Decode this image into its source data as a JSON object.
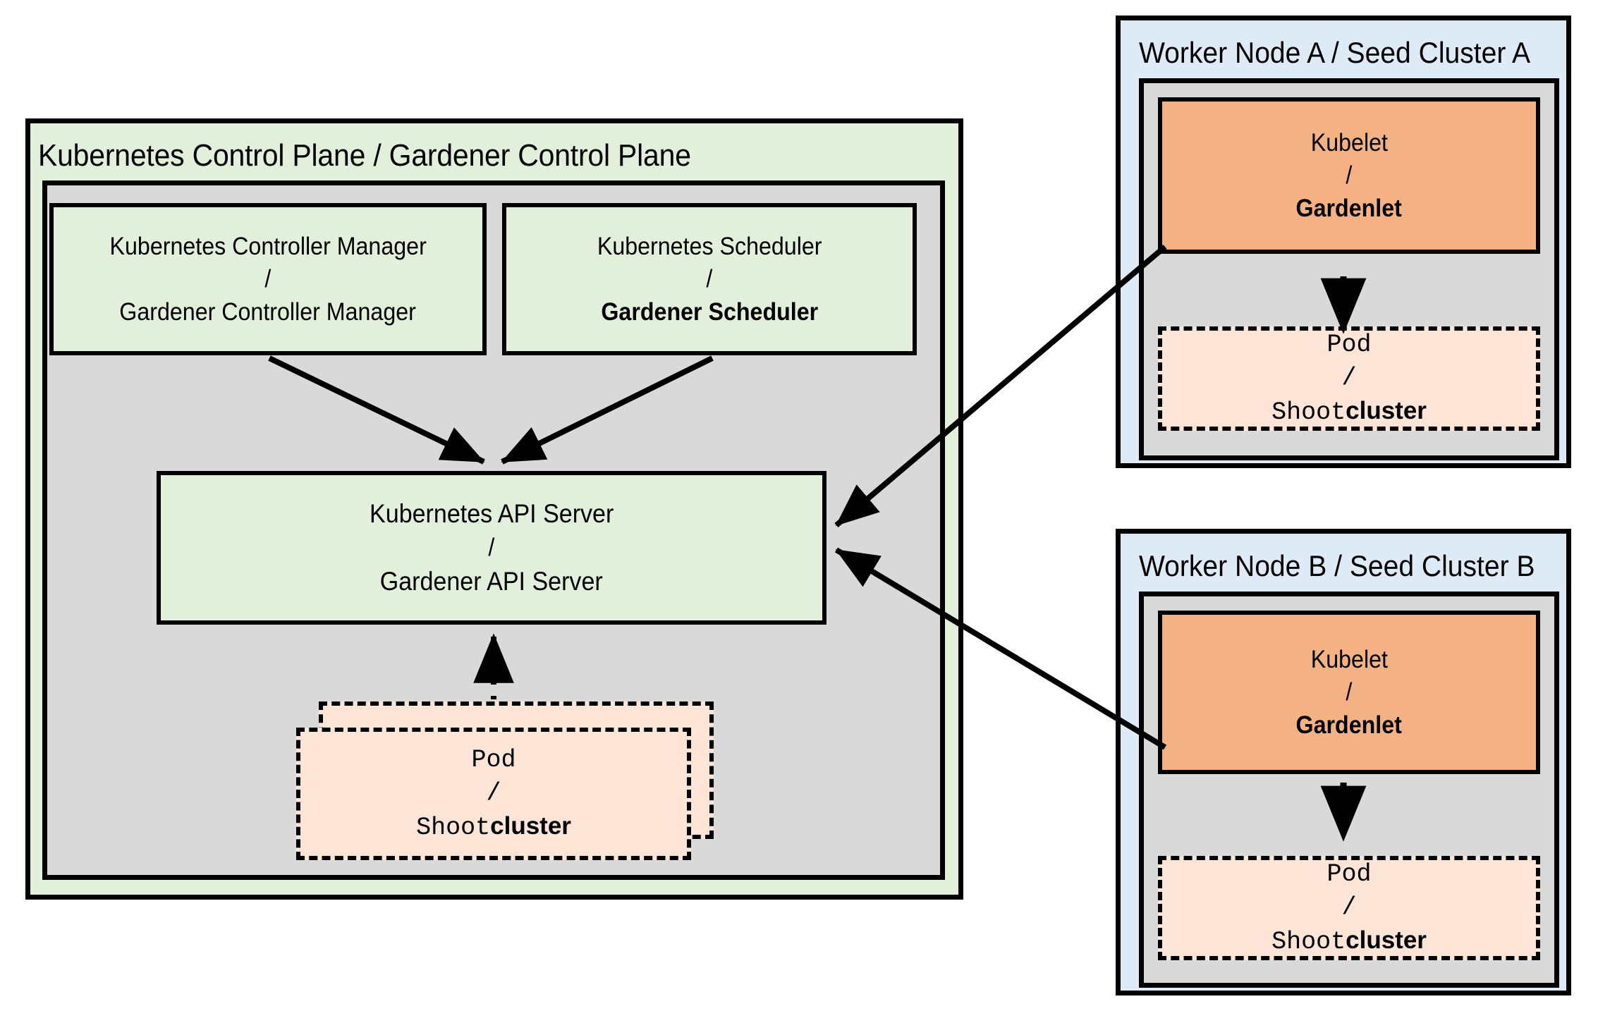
{
  "diagram": {
    "control_plane": {
      "title": "Kubernetes Control Plane / Gardener Control Plane",
      "bg_color": "#e2efda",
      "inner_color": "#d9d9d9",
      "controller_manager": {
        "line1": "Kubernetes Controller Manager",
        "sep": "/",
        "line2": "Gardener Controller Manager",
        "line2_bold": false
      },
      "scheduler": {
        "line1": "Kubernetes Scheduler",
        "sep": "/",
        "line2": "Gardener Scheduler",
        "line2_bold": true
      },
      "api_server": {
        "line1": "Kubernetes API Server",
        "sep": "/",
        "line2": "Gardener API Server",
        "line2_bold": false
      },
      "pod": {
        "line1": "Pod",
        "sep": "/",
        "line2_mono": "Shoot",
        "line2_bold": "cluster"
      }
    },
    "worker_node_a": {
      "title": "Worker Node A / Seed Cluster A",
      "bg_color": "#deebf7",
      "inner_color": "#d9d9d9",
      "kubelet": {
        "line1": "Kubelet",
        "sep": "/",
        "line2": "Gardenlet",
        "line2_bold": true,
        "color": "#f4b183"
      },
      "pod": {
        "line1": "Pod",
        "sep": "/",
        "line2_mono": "Shoot",
        "line2_bold": "cluster",
        "color": "#fce4d6"
      }
    },
    "worker_node_b": {
      "title": "Worker Node B / Seed Cluster B",
      "bg_color": "#deebf7",
      "inner_color": "#d9d9d9",
      "kubelet": {
        "line1": "Kubelet",
        "sep": "/",
        "line2": "Gardenlet",
        "line2_bold": true,
        "color": "#f4b183"
      },
      "pod": {
        "line1": "Pod",
        "sep": "/",
        "line2_mono": "Shoot",
        "line2_bold": "cluster",
        "color": "#fce4d6"
      }
    },
    "connections": [
      {
        "from": "controller-manager",
        "to": "api-server",
        "style": "solid-arrow"
      },
      {
        "from": "scheduler",
        "to": "api-server",
        "style": "solid-arrow"
      },
      {
        "from": "control-plane-pod",
        "to": "api-server",
        "style": "dotted-arrow"
      },
      {
        "from": "gardenlet-a",
        "to": "api-server",
        "style": "solid-arrow"
      },
      {
        "from": "gardenlet-b",
        "to": "api-server",
        "style": "solid-arrow"
      },
      {
        "from": "gardenlet-a",
        "to": "pod-a",
        "style": "dotted-arrow"
      },
      {
        "from": "gardenlet-b",
        "to": "pod-b",
        "style": "dotted-arrow"
      }
    ]
  }
}
